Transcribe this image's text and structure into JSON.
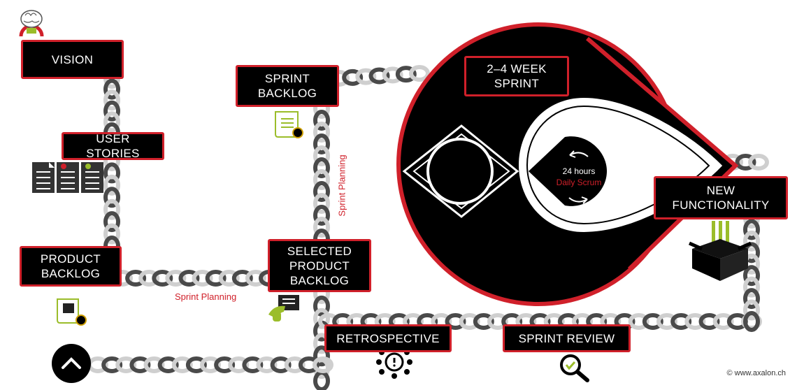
{
  "labels": {
    "vision": "VISION",
    "user_stories": "USER STORIES",
    "product_backlog": "PRODUCT\nBACKLOG",
    "sprint_backlog": "SPRINT\nBACKLOG",
    "selected_product_backlog": "SELECTED\nPRODUCT\nBACKLOG",
    "sprint_length": "2–4 WEEK\nSPRINT",
    "new_functionality": "NEW\nFUNCTIONALITY",
    "retrospective": "RETROSPECTIVE",
    "sprint_review": "SPRINT REVIEW"
  },
  "annotations": {
    "sprint_planning_horizontal": "Sprint Planning",
    "sprint_planning_vertical": "Sprint Planning",
    "daily_hours": "24 hours",
    "daily_scrum": "Daily Scrum"
  },
  "copyright": "© www.axalon.ch",
  "colors": {
    "accent": "#d0202a",
    "dark": "#000000",
    "chain_light": "#cfcfcf",
    "chain_dark": "#4a4a4a",
    "icon_green": "#9bbd2a"
  }
}
